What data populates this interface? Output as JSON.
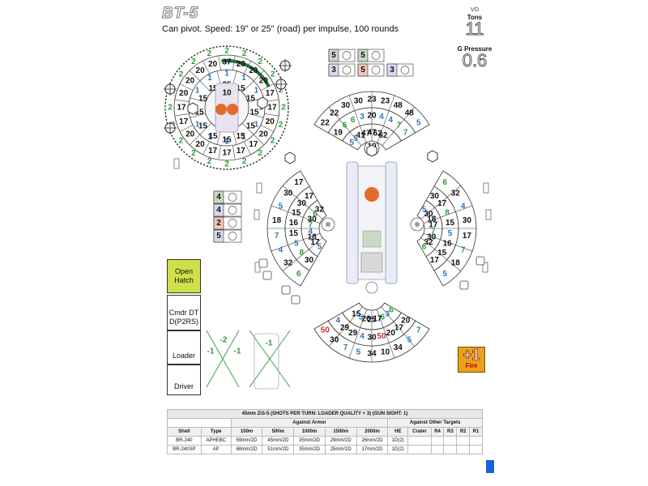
{
  "header": {
    "title": "BT-5",
    "subtitle": "Can pivot. Speed: 19\" or 25\" (road) per impulse, 100 rounds",
    "vo_label": "VO",
    "tons_label": "Tons",
    "tons_value": "11",
    "g_pressure_label": "G Pressure",
    "g_pressure_value": "0.6"
  },
  "colors": {
    "green": "#2e9a3a",
    "blue": "#2f73b8",
    "red": "#d42a2a",
    "black": "#111111",
    "hatch": "#cfe04a",
    "fire": "#e8a21b",
    "turret_arc": "#1e6e3c"
  },
  "turret_ring": {
    "ring1": [
      "2",
      "2",
      "2",
      "2",
      "2",
      "2",
      "2",
      "2",
      "2",
      "2",
      "2",
      "2",
      "2",
      "2",
      "2",
      "2",
      "2",
      "2",
      "2",
      "2"
    ],
    "ring2": [
      "37",
      "20",
      "20",
      "20",
      "17",
      "17",
      "20",
      "20",
      "17",
      "17",
      "17",
      "17",
      "20",
      "20",
      "17",
      "17",
      "20",
      "20",
      "20",
      "20"
    ],
    "ring3": [
      "1",
      "1",
      "1",
      "1",
      "1",
      "1",
      "1",
      "1",
      "1",
      "1",
      "1",
      "1"
    ],
    "ring4": [
      "35",
      "15",
      "15",
      "15",
      "15",
      "15",
      "15",
      "15",
      "15",
      "15",
      "15",
      "15"
    ],
    "center": "10"
  },
  "hull_front": {
    "ring_outer": [
      "22",
      "22",
      "30",
      "30"
    ],
    "ring_mid": [
      "23",
      "23",
      "48",
      "48"
    ],
    "row_values": [
      "5",
      "19",
      "6",
      "6",
      "3",
      "20",
      "4",
      "4",
      "7",
      "7",
      "5",
      "5",
      "41",
      "47",
      "47",
      "62",
      "62"
    ],
    "center": "10"
  },
  "hull_side_left": {
    "values": [
      "6",
      "32",
      "4",
      "7",
      "18",
      "5",
      "30",
      "17",
      "30",
      "8",
      "5",
      "15",
      "16",
      "15",
      "30",
      "17",
      "5",
      "17",
      "18",
      "4",
      "7",
      "30",
      "6",
      "32"
    ]
  },
  "hull_side_right": {
    "values": [
      "6",
      "32",
      "4",
      "30",
      "17",
      "7",
      "18",
      "5",
      "30",
      "17",
      "8",
      "15",
      "5",
      "16",
      "15",
      "17",
      "5",
      "30",
      "18",
      "17",
      "7",
      "30",
      "32",
      "6"
    ]
  },
  "hull_rear": {
    "values": [
      "7",
      "5",
      "34",
      "10",
      "34",
      "5",
      "7",
      "30",
      "50",
      "20",
      "17",
      "20",
      "50",
      "30",
      "4",
      "29",
      "29",
      "4",
      "6",
      "3",
      "6",
      "17",
      "25",
      "26",
      "5",
      "15"
    ]
  },
  "crew_boxes": [
    {
      "label": "Open Hatch"
    },
    {
      "label": "Cmdr DT D(P2RS)"
    },
    {
      "label": "Loader"
    },
    {
      "label": "Driver"
    }
  ],
  "wound_marks": [
    "-1",
    "-2",
    "-1",
    "-1"
  ],
  "small_charts": {
    "top_left": [
      [
        "5",
        "gear-icon"
      ],
      [
        "5",
        "gear-icon"
      ],
      [
        "3",
        "wheel-icon"
      ],
      [
        "5",
        "shell-icon"
      ],
      [
        "3",
        "wheel-icon"
      ]
    ],
    "mid_left": [
      [
        "4",
        "crosshair-icon"
      ],
      [
        "4",
        "eye-icon"
      ],
      [
        "2",
        "clock-icon"
      ],
      [
        "5",
        "shell-icon"
      ]
    ]
  },
  "fire_box": {
    "value": "+1",
    "label": "Fire"
  },
  "gun_table": {
    "caption": "45mm ZiS-5 (SHOTS PER TURN: LOADER QUALITY + 3) (GUN SIGHT: 1)",
    "group_against_armor": "Against Armor",
    "group_against_other": "Against Other Targets",
    "columns": [
      "Shell",
      "Type",
      "100m",
      "500m",
      "1000m",
      "1500m",
      "2000m",
      "HE",
      "Crater",
      "R4",
      "R3",
      "R2",
      "R1"
    ],
    "rows": [
      [
        "BR-240",
        "APHEBC",
        "59mm/2D",
        "45mm/2D",
        "35mm/2D",
        "29mm/2D",
        "26mm/2D",
        "1D(2)",
        "",
        "",
        "",
        "",
        ""
      ],
      [
        "BR-240SP",
        "AP",
        "68mm/2D",
        "51mm/2D",
        "35mm/2D",
        "25mm/2D",
        "17mm/2D",
        "1D(2)",
        "",
        "",
        "",
        "",
        ""
      ]
    ]
  }
}
